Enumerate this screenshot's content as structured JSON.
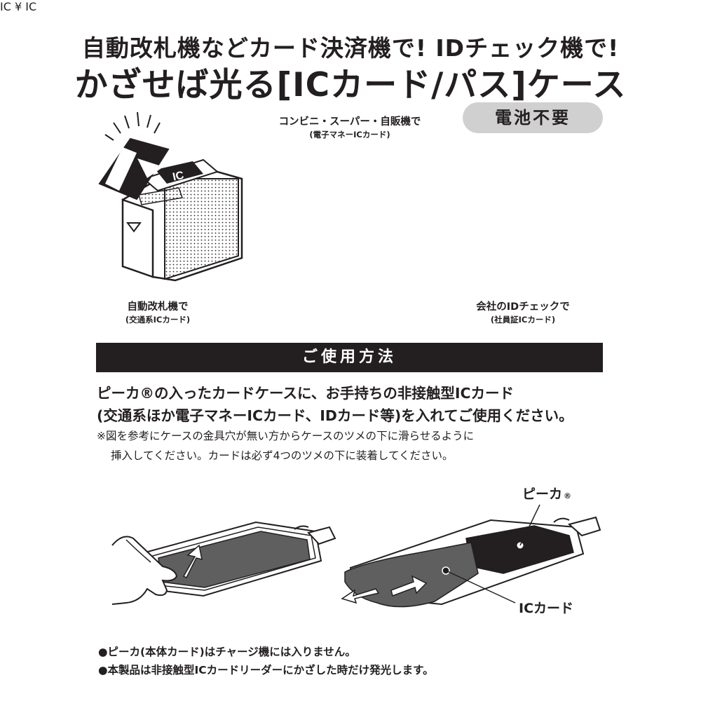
{
  "header": {
    "line1": "自動改札機などカード決済機で! IDチェック機で!",
    "line2": "かざせば光る[ICカード/パス]ケース",
    "badge": "電池不要"
  },
  "scenes": {
    "left": {
      "title": "自動改札機で",
      "sub": "(交通系ICカード)"
    },
    "center": {
      "title": "コンビニ・スーパー・自販機で",
      "sub": "(電子マネーICカード)"
    },
    "right": {
      "title": "会社のIDチェックで",
      "sub": "(社員証ICカード)"
    },
    "card_mark": "IC",
    "yen_symbol": "¥"
  },
  "usage": {
    "heading": "ご使用方法",
    "line1": "ピーカ®の入ったカードケースに、お手持ちの非接触型ICカード",
    "line2": "(交通系ほか電子マネーICカード、IDカード等)を入れてご使用ください。",
    "note1": "※図を参考にケースの金具穴が無い方からケースのツメの下に滑らせるように",
    "note2": "挿入してください。カードは必ず4つのツメの下に装着してください。"
  },
  "diagram": {
    "label_pika": "ピーカ",
    "label_pika_mark": "®",
    "label_ic": "ICカード"
  },
  "footer": {
    "note1": "●ピーカ(本体カード)はチャージ機には入りません。",
    "note2": "●本製品は非接触型ICカードリーダーにかざした時だけ発光します。"
  }
}
